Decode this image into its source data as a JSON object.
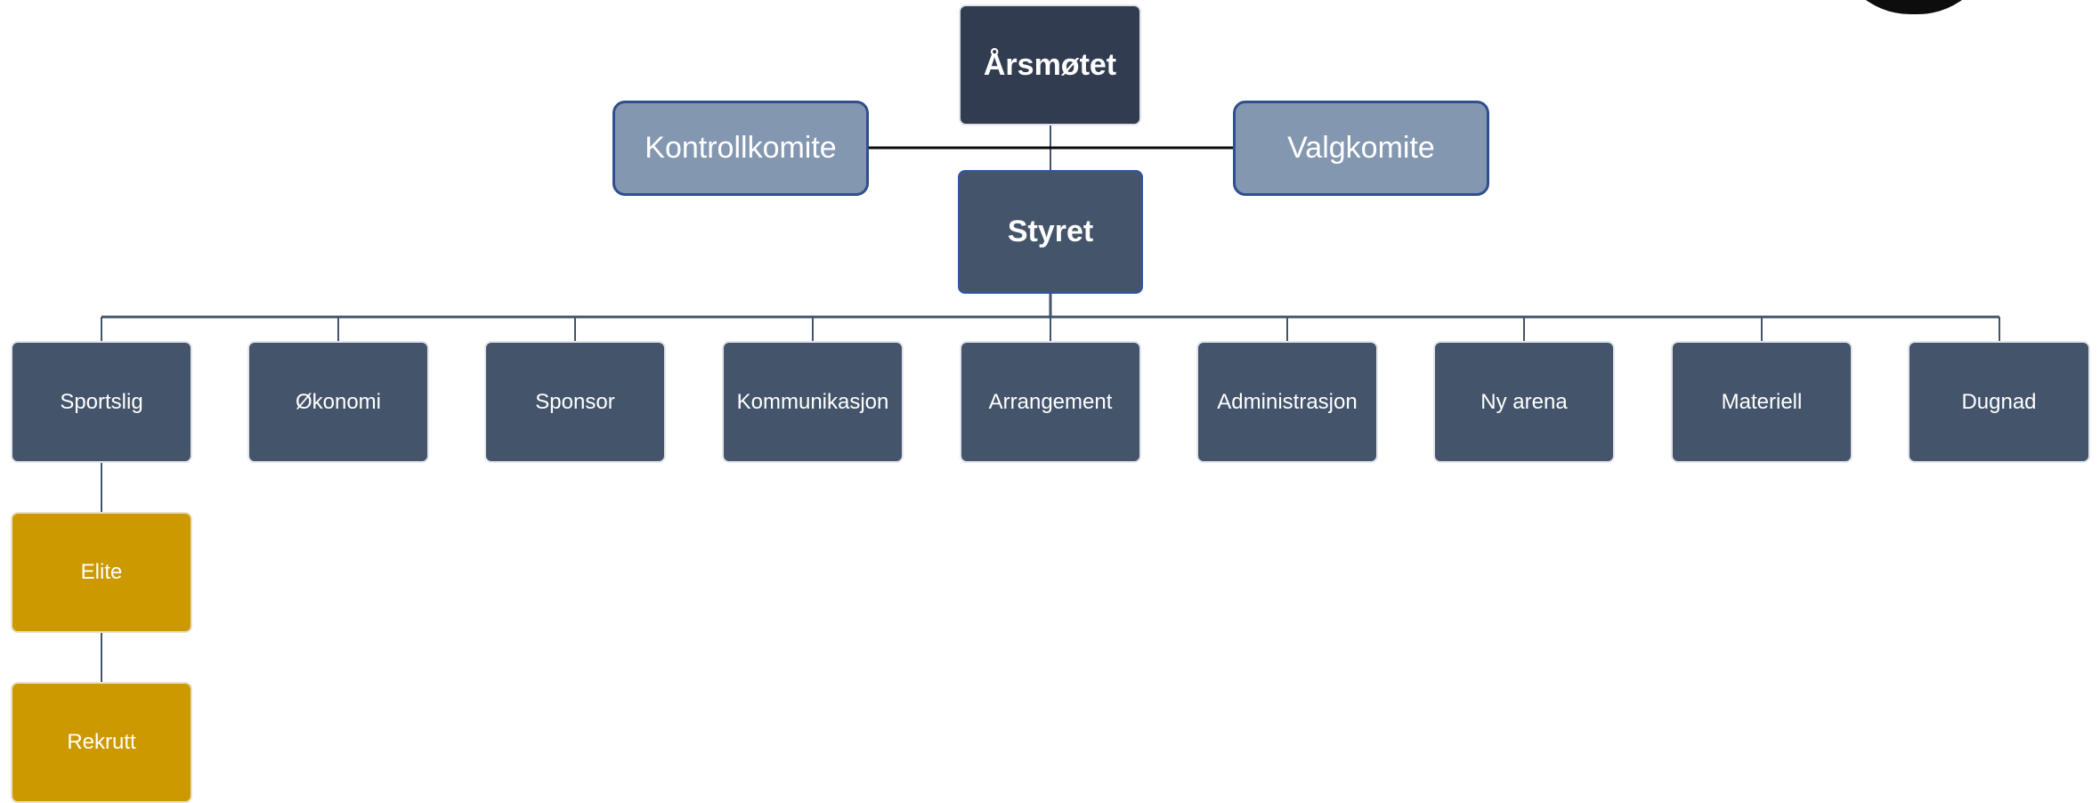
{
  "chart": {
    "top": "Årsmøtet",
    "board": "Styret",
    "committees": [
      "Kontrollkomite",
      "Valgkomite"
    ],
    "departments": [
      "Sportslig",
      "Økonomi",
      "Sponsor",
      "Kommunikasjon",
      "Arrangement",
      "Administrasjon",
      "Ny arena",
      "Materiell",
      "Dugnad"
    ],
    "sportslig_children": [
      "Elite",
      "Rekrutt"
    ]
  },
  "colors": {
    "top_fill": "#323c50",
    "board_fill": "#44546a",
    "committee_fill": "#8497b0",
    "department_fill": "#44546a",
    "sub_fill": "#cc9900",
    "connector": "#44546a"
  }
}
